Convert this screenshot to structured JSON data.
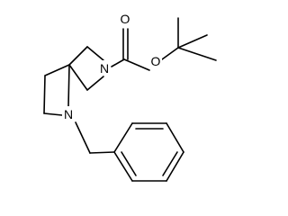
{
  "molecule": {
    "atoms": {
      "n_carbamate": "N",
      "o_carbonyl": "O",
      "o_ester": "O",
      "n_benzyl": "N"
    }
  }
}
